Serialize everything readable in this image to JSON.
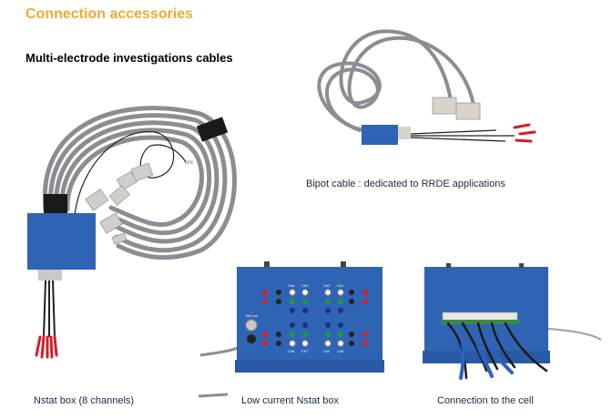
{
  "page": {
    "title": "Connection accessories",
    "section_heading": "Multi-electrode investigations cables"
  },
  "colors": {
    "title": "#eeaa33",
    "box_blue": "#2f64b4",
    "cable_gray": "#8a8e93"
  },
  "products": [
    {
      "id": "nstat-box",
      "caption": "Nstat box (8 channels)",
      "image": "nstat-box-cable-photo"
    },
    {
      "id": "bipot-cable",
      "caption": "Bipot cable : dedicated to RRDE applications",
      "image": "bipot-cable-photo"
    },
    {
      "id": "low-current-nstat-box",
      "caption": "Low current Nstat box",
      "image": "low-current-nstat-box-photo",
      "channel_labels": [
        "Ch6",
        "Ch3",
        "Ch2",
        "Ch1",
        "Ch8",
        "Ch7",
        "Ch4",
        "Ch5"
      ],
      "port_label": "Ref out"
    },
    {
      "id": "connection-to-cell",
      "caption": "Connection to the cell",
      "image": "connection-to-cell-photo"
    }
  ]
}
